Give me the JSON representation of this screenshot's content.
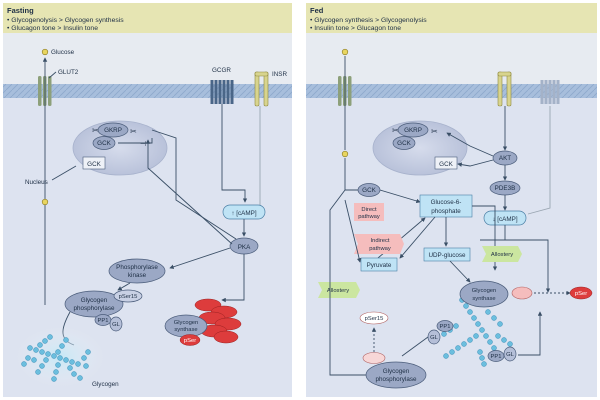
{
  "panels": {
    "fasting": {
      "title": "Fasting",
      "bullets": [
        "• Glycogenolysis > Glycogen synthesis",
        "• Glucagon tone > Insulin tone"
      ],
      "labels": {
        "glucose": "Glucose",
        "glut2": "GLUT2",
        "gcgr": "GCGR",
        "insr": "INSR",
        "gkrp": "GKRP",
        "gck": "GCK",
        "gck_nuc": "GCK",
        "nucleus": "Nucleus",
        "camp": "↑ [cAMP]",
        "pka": "PKA",
        "phosphorylase_kinase": [
          "Phosphorylase",
          "kinase"
        ],
        "glycogen_phosphorylase": [
          "Glycogen",
          "phosphorylase"
        ],
        "pser15": "pSer15",
        "pp1": "PP1",
        "gl": "GL",
        "glycogen_synthase": [
          "Glycogen",
          "synthase"
        ],
        "pser": "pSer",
        "glycogen": "Glycogen"
      }
    },
    "fed": {
      "title": "Fed",
      "bullets": [
        "• Glycogen synthesis > Glycogenolysis",
        "• Insulin tone > Glucagon tone"
      ],
      "labels": {
        "gkrp": "GKRP",
        "gck": "GCK",
        "gck_nuc": "GCK",
        "gck_cyto": "GCK",
        "akt": "AKT",
        "pde3b": "PDE3B",
        "camp": "↓ [cAMP]",
        "direct": [
          "Direct",
          "pathway"
        ],
        "indirect": [
          "Indirect",
          "pathway"
        ],
        "g6p": [
          "Glucose-6-",
          "phosphate"
        ],
        "pyruvate": "Pyruvate",
        "udp": "UDP-glucose",
        "allostery_right": "Allostery",
        "allostery_left": "Allostery",
        "glycogen_synthase": [
          "Glycogen",
          "synthase"
        ],
        "pser": "pSer",
        "pser15": "pSer15",
        "pp1_a": "PP1",
        "gl_a": "GL",
        "pp1_b": "PP1",
        "gl_b": "GL",
        "glycogen_phosphorylase": [
          "Glycogen",
          "phosphorylase"
        ]
      }
    }
  },
  "colors": {
    "panel_bg": "#e7ebf1",
    "cell_bg": "#dde3f0",
    "membrane": "#9fb0cc",
    "receptor": "#4a6688",
    "enzyme": "#9ba8c5",
    "nucleus": "#c3cbe0",
    "highlight_blue": "#bfe3f5",
    "highlight_pink": "#f5bdbd",
    "highlight_green": "#cbe6a0",
    "red": "#dd3c3c",
    "glycogen": "#6bbede",
    "header_yellow": "#e6e5b3"
  }
}
